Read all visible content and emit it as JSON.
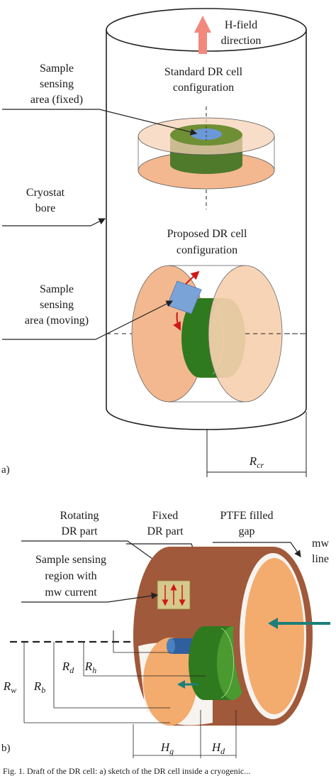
{
  "panel_a": {
    "tag": "a)",
    "hfield_line1": "H-field",
    "hfield_line2": "direction",
    "standard_line1": "Standard DR cell",
    "standard_line2": "configuration",
    "fixed_area_line1": "Sample",
    "fixed_area_line2": "sensing",
    "fixed_area_line3": "area (fixed)",
    "cryostat_line1": "Cryostat",
    "cryostat_line2": "bore",
    "proposed_line1": "Proposed DR cell",
    "proposed_line2": "configuration",
    "moving_area_line1": "Sample",
    "moving_area_line2": "sensing",
    "moving_area_line3": "area (moving)",
    "rcr_label": "R",
    "rcr_sub": "cr"
  },
  "panel_b": {
    "tag": "b)",
    "rotating_line1": "Rotating",
    "rotating_line2": "DR part",
    "fixed_line1": "Fixed",
    "fixed_line2": "DR part",
    "ptfe_line1": "PTFE filled",
    "ptfe_line2": "gap",
    "mw_line1": "mw",
    "mw_line2": "line",
    "region_line1": "Sample sensing",
    "region_line2": "region with",
    "region_line3": "mw current",
    "rd_label": "R",
    "rd_sub": "d",
    "rh_label": "R",
    "rh_sub": "h",
    "rb_label": "R",
    "rb_sub": "b",
    "rw_label": "R",
    "rw_sub": "w",
    "hg_label": "H",
    "hg_sub": "g",
    "hd_label": "H",
    "hd_sub": "d"
  },
  "caption": "Fig. 1. Draft of the DR cell: a) sketch of the DR cell inside a cryogenic..."
}
